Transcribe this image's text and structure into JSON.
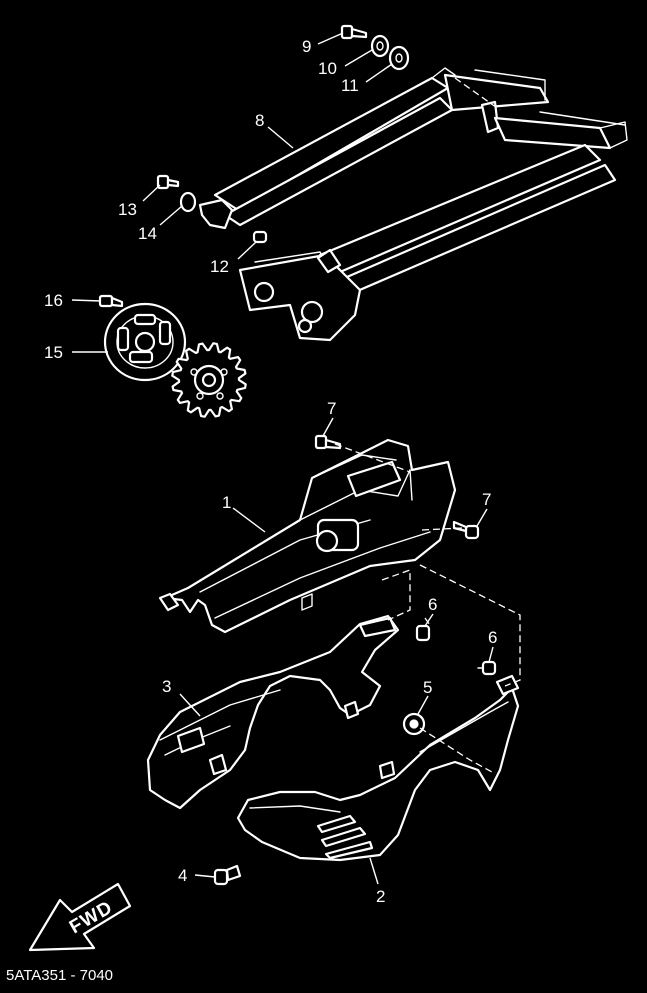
{
  "diagram": {
    "reference_code": "5ATA351 - 7040",
    "direction_label": "FWD",
    "callouts": {
      "c1": "1",
      "c2": "2",
      "c3": "3",
      "c4": "4",
      "c5": "5",
      "c6a": "6",
      "c6b": "6",
      "c7a": "7",
      "c7b": "7",
      "c8": "8",
      "c9": "9",
      "c10": "10",
      "c11": "11",
      "c12": "12",
      "c13": "13",
      "c14": "14",
      "c15": "15",
      "c16": "16"
    },
    "colors": {
      "background": "#000000",
      "line": "#ffffff"
    }
  }
}
